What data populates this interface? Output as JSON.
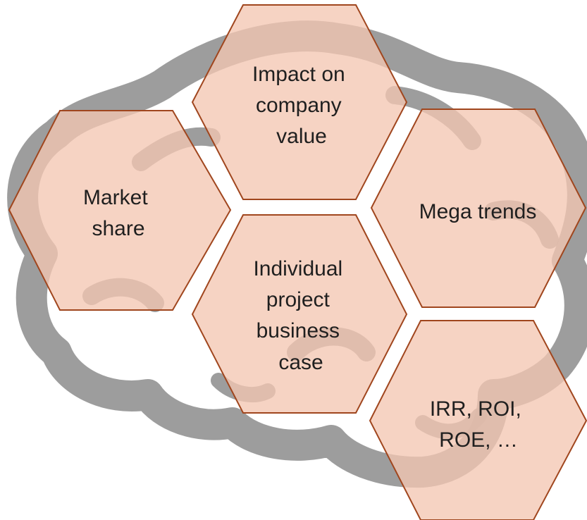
{
  "colors": {
    "background": "#ffffff",
    "brain_stroke": "#8c8c8c",
    "hex_fill": "#f4c7b2",
    "hex_stroke": "#a0461e",
    "text": "#1f1f1f"
  },
  "background_graphic": "brain-outline-icon",
  "hexagons": [
    {
      "id": "impact-company-value",
      "lines": [
        "Impact on",
        "company",
        "value"
      ]
    },
    {
      "id": "market-share",
      "lines": [
        "Market",
        "share"
      ]
    },
    {
      "id": "mega-trends",
      "lines": [
        "Mega trends"
      ]
    },
    {
      "id": "individual-project-business-case",
      "lines": [
        "Individual",
        "project",
        "business",
        "case"
      ]
    },
    {
      "id": "irr-roi-roe",
      "lines": [
        "IRR, ROI,",
        "ROE, …"
      ]
    }
  ]
}
